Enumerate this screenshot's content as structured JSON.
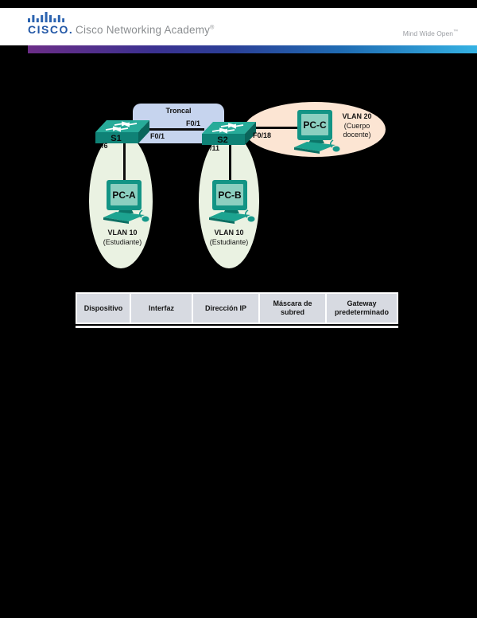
{
  "header": {
    "logo_text": "CISCO.",
    "brand": "Cisco Networking Academy",
    "brand_mark": "®",
    "tagline": "Mind Wide Open",
    "tagline_mark": "™"
  },
  "diagram": {
    "trunk_box_label": "Troncal",
    "trunk_port_top": "F0/1",
    "trunk_port_bottom": "F0/1",
    "s1_label": "S1",
    "s2_label": "S2",
    "s1_access_port": "/6",
    "s2_access_port": "/11",
    "pcc_access_port": "F0/18",
    "pca_label": "PC-A",
    "pcb_label": "PC-B",
    "pcc_label": "PC-C",
    "vlan10_left_title": "VLAN 10",
    "vlan10_left_subtitle": "(Estudiante)",
    "vlan10_right_title": "VLAN 10",
    "vlan10_right_subtitle": "(Estudiante)",
    "vlan20_title": "VLAN 20",
    "vlan20_line1": "(Cuerpo",
    "vlan20_line2": "docente)"
  },
  "table": {
    "headers": [
      "Dispositivo",
      "Interfaz",
      "Dirección IP",
      "Máscara de subred",
      "Gateway predeterminado"
    ]
  },
  "colors": {
    "device_teal_top": "#27ab99",
    "device_teal_front": "#0f8276",
    "device_teal_side": "#0a655b",
    "trunk_blue": "#c6d4ee",
    "vlan10_green": "#eaf2e2",
    "vlan20_peach": "#fce5d3",
    "logo_blue": "#2257a6",
    "gradient_start": "#6b2d87",
    "gradient_end": "#35b2e3",
    "table_header_bg": "#d7dae1"
  }
}
